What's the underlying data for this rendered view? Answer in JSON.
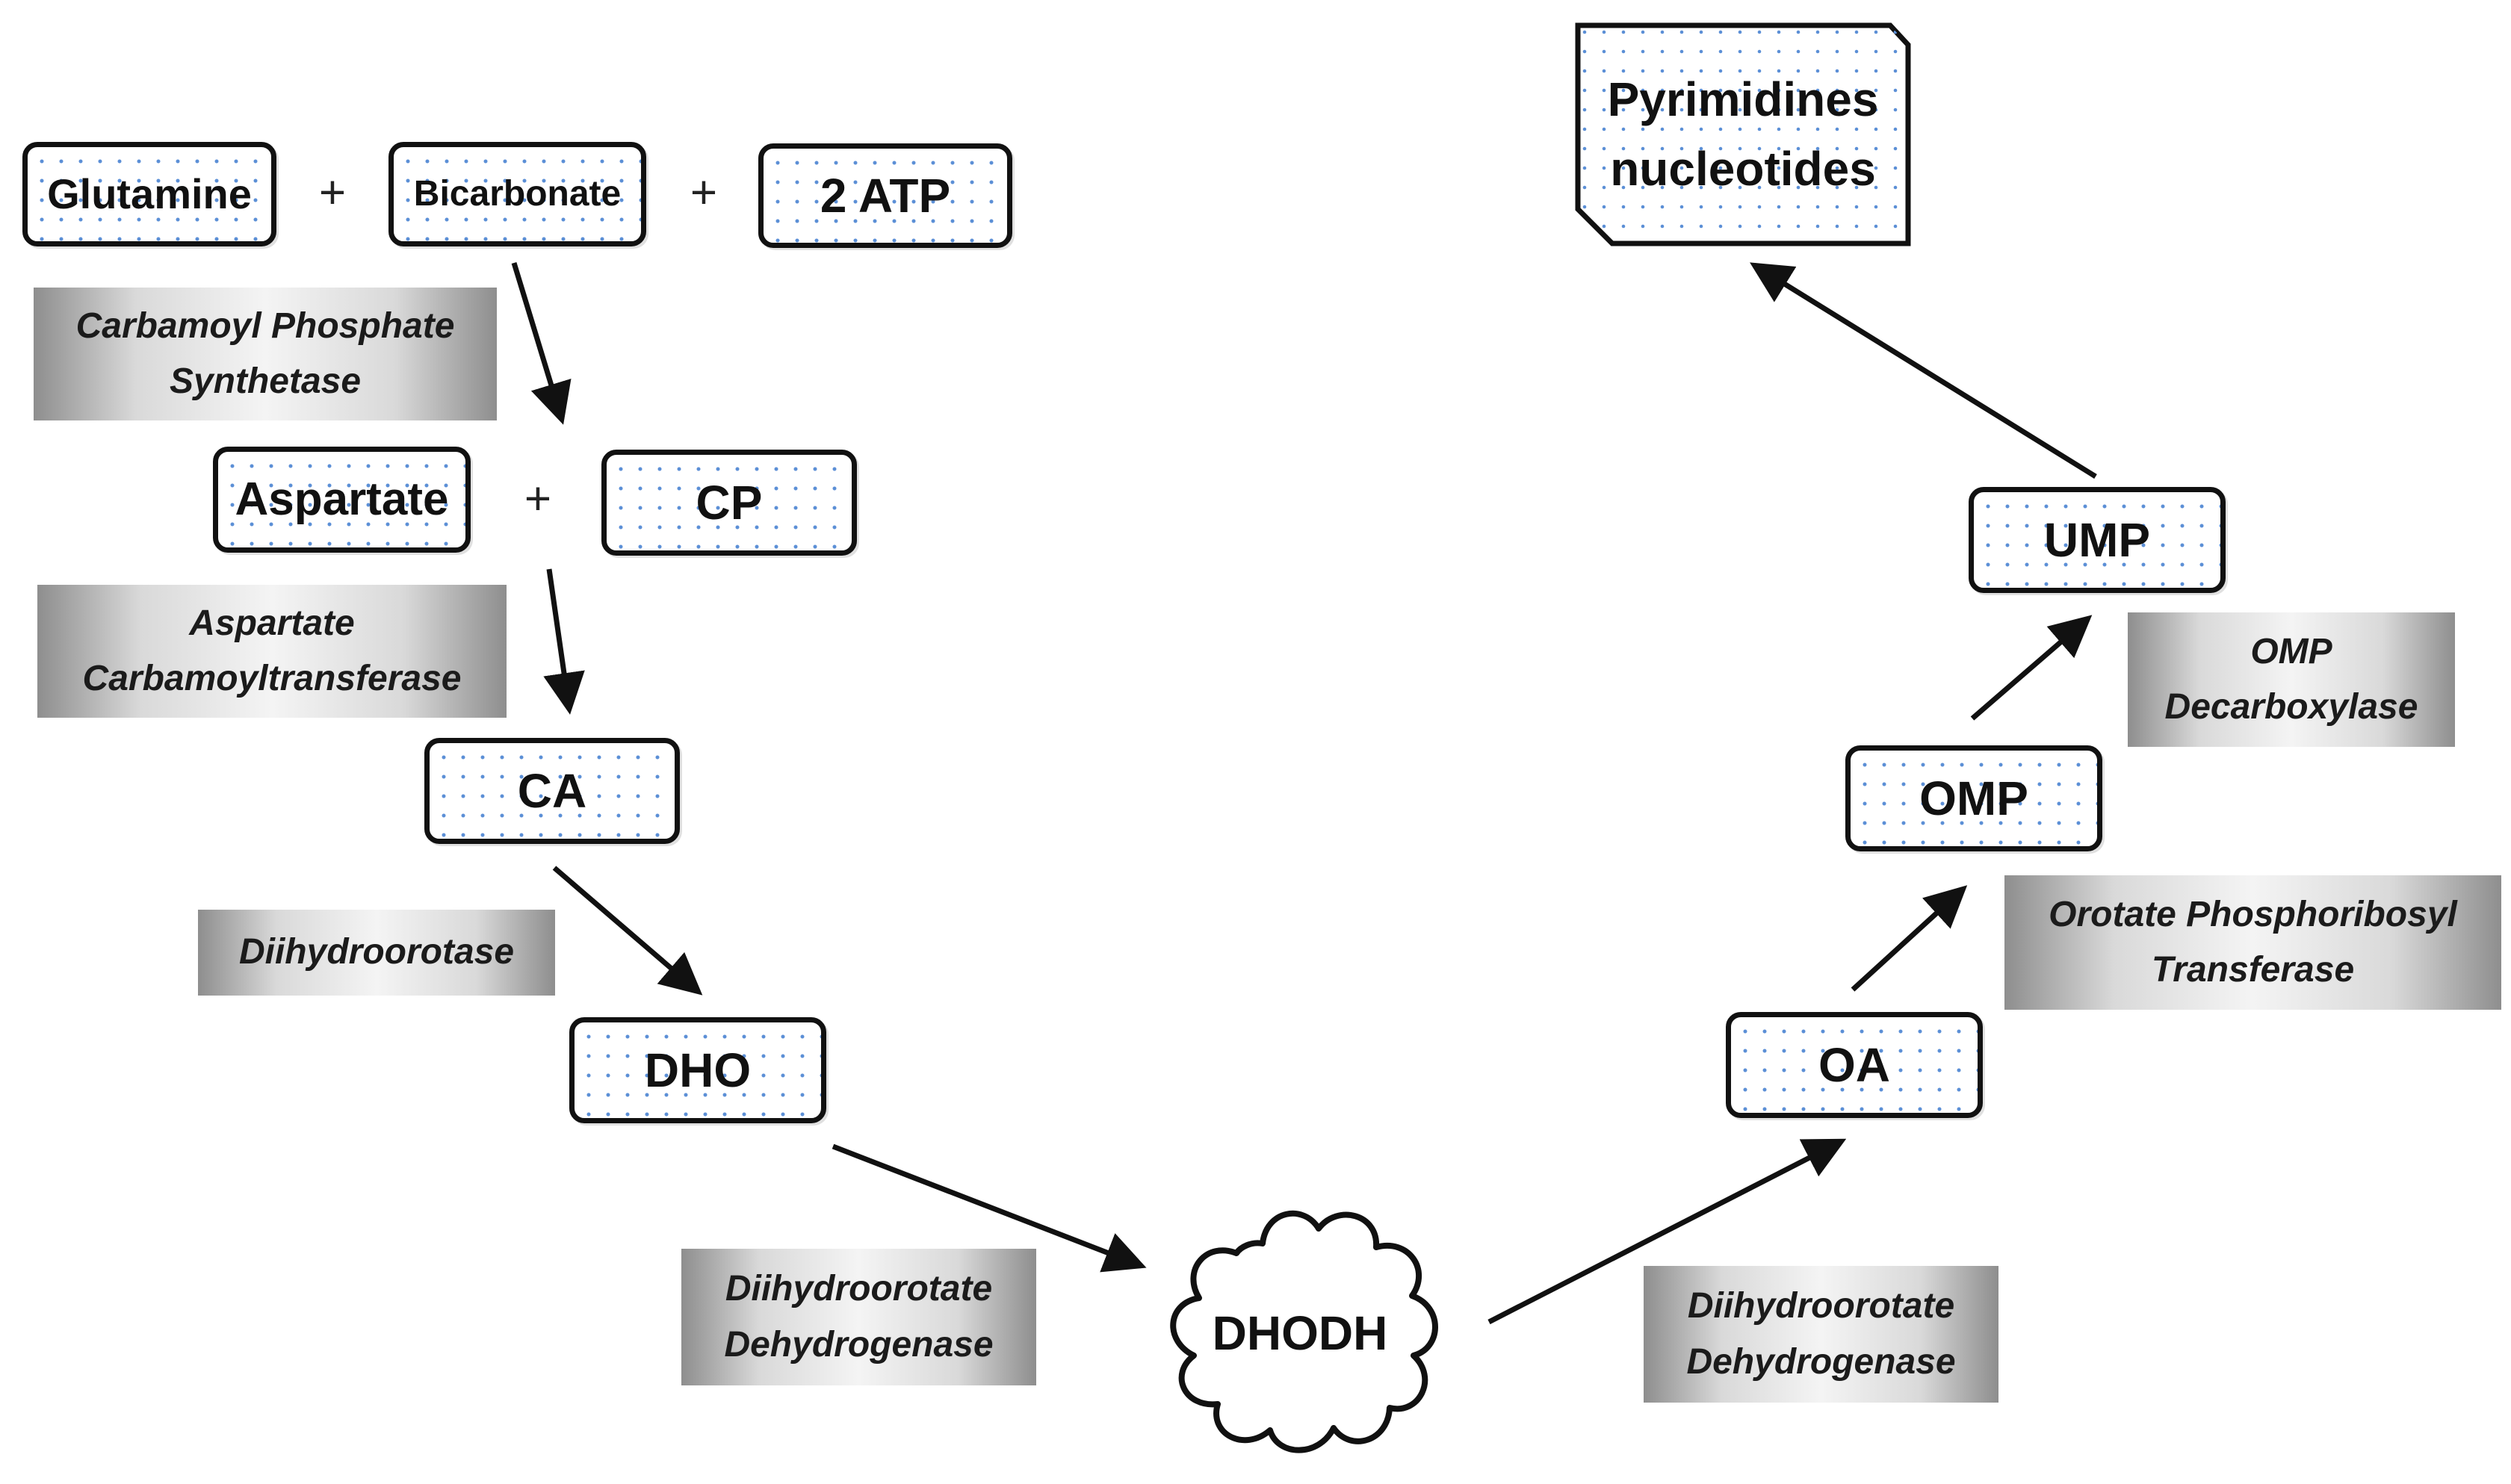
{
  "metabolites": {
    "glutamine": "Glutamine",
    "bicarbonate": "Bicarbonate",
    "atp": "2 ATP",
    "aspartate": "Aspartate",
    "cp": "CP",
    "ca": "CA",
    "dho": "DHO",
    "dhodh": "DHODH",
    "oa": "OA",
    "omp": "OMP",
    "ump": "UMP",
    "pyrimidines": "Pyrimidines\nnucleotides"
  },
  "plus_sign": "+",
  "enzymes": {
    "cps": "Carbamoyl Phosphate\nSynthetase",
    "act": "Aspartate\nCarbamoyltransferase",
    "dhoase": "Diihydroorotase",
    "dhodh_left": "Diihydroorotate\nDehydrogenase",
    "dhodh_right": "Diihydroorotate\nDehydrogenase",
    "oprt": "Orotate Phosphoribosyl\nTransferase",
    "ompdc": "OMP\nDecarboxylase"
  },
  "colors": {
    "border": "#111111",
    "dots": "#5b8fd6",
    "arrow": "#111111"
  }
}
